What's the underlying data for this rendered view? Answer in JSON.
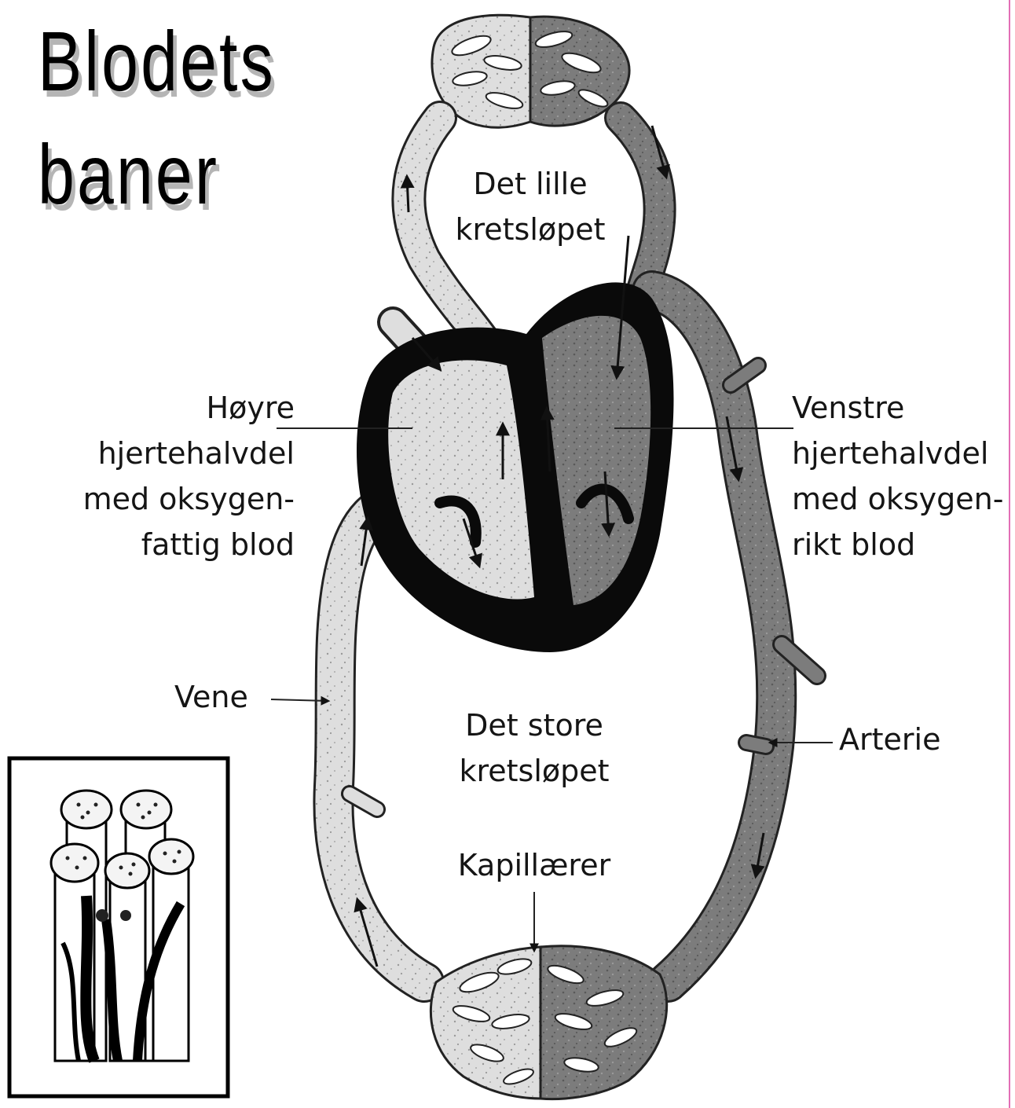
{
  "title": {
    "line1": "Blodets",
    "line2": "baner"
  },
  "labels": {
    "lille_line1": "Det lille",
    "lille_line2": "kretsløpet",
    "hoyre_line1": "Høyre",
    "hoyre_line2": "hjertehalvdel",
    "hoyre_line3": "med oksygen-",
    "hoyre_line4": "fattig blod",
    "venstre_line1": "Venstre",
    "venstre_line2": "hjertehalvdel",
    "venstre_line3": "med oksygen-",
    "venstre_line4": "rikt blod",
    "vene": "Vene",
    "arterie": "Arterie",
    "store_line1": "Det store",
    "store_line2": "kretsløpet",
    "kapillaerer": "Kapillærer"
  },
  "colors": {
    "oxygen_poor": "#dcdcdc",
    "oxygen_rich": "#7a7a7a",
    "heart_wall": "#0a0a0a",
    "accent_edge": "#e36fb6"
  }
}
